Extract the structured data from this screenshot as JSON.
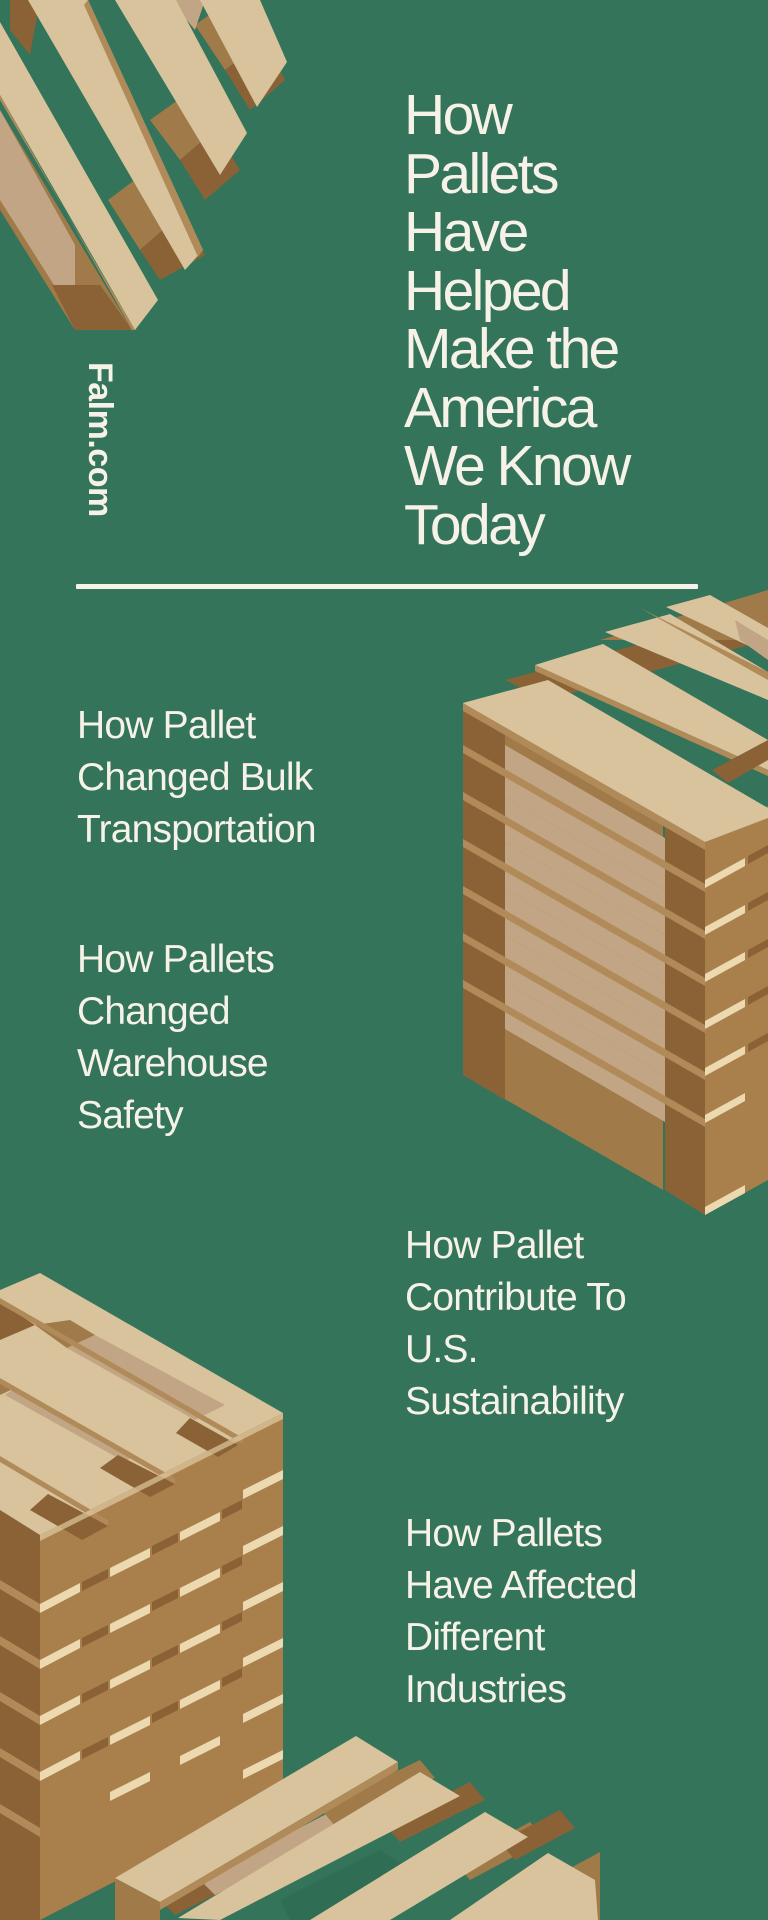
{
  "page": {
    "background_color": "#33745a",
    "text_color": "#f7f2e8",
    "wood_colors": {
      "plank_top": "#d8c39c",
      "plank_edge": "#b08a58",
      "block_front": "#a07a48",
      "block_dark": "#8a6236",
      "inner_shadow": "#c2a584",
      "highlight": "#ecd9b0"
    }
  },
  "header": {
    "title_lines": [
      "How",
      "Pallets",
      "Have",
      "Helped",
      "Make the",
      "America",
      "We Know",
      "Today"
    ],
    "brand": "Falm.com"
  },
  "sections": [
    {
      "lines": [
        "How Pallet",
        "Changed Bulk",
        "Transportation"
      ]
    },
    {
      "lines": [
        "How Pallets",
        "Changed",
        "Warehouse",
        "Safety"
      ]
    },
    {
      "lines": [
        "How Pallet",
        "Contribute To",
        "U.S.",
        "Sustainability"
      ]
    },
    {
      "lines": [
        "How Pallets",
        "Have Affected",
        "Different",
        "Industries"
      ]
    }
  ],
  "illustrations": [
    {
      "name": "pallet-top-left",
      "kind": "single-pallet"
    },
    {
      "name": "pallet-stack-right",
      "kind": "pallet-stack",
      "layers": 6
    },
    {
      "name": "pallet-stack-left",
      "kind": "pallet-stack",
      "layers": 6
    },
    {
      "name": "pallet-bottom",
      "kind": "single-pallet"
    }
  ]
}
